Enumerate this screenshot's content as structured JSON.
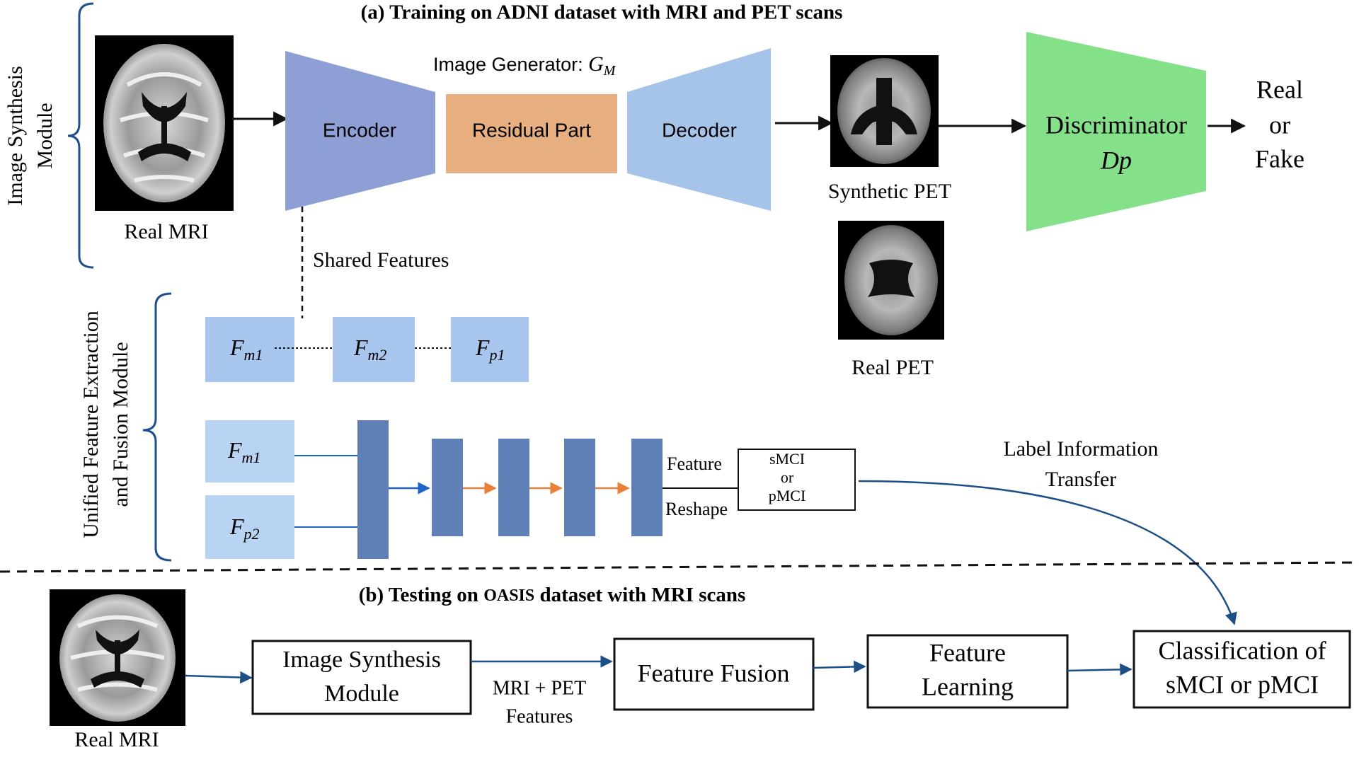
{
  "section_a": {
    "title": "(a) Training on ADNI dataset with MRI and PET scans",
    "module_label_1": "Image Synthesis",
    "module_label_2": "Module",
    "real_mri_label": "Real MRI",
    "generator_label": "Image Generator: ",
    "generator_symbol": "G",
    "generator_subscript": "M",
    "encoder": "Encoder",
    "residual": "Residual Part",
    "decoder": "Decoder",
    "synthetic_pet": "Synthetic PET",
    "real_pet": "Real PET",
    "discriminator": "Discriminator",
    "discriminator_symbol": "Dp",
    "output_1": "Real",
    "output_2": "or",
    "output_3": "Fake",
    "shared_features": "Shared Features"
  },
  "fusion": {
    "module_label_1": "Unified Feature Extraction",
    "module_label_2": "and Fusion Module",
    "features_top": [
      {
        "sym": "F",
        "sub": "m1"
      },
      {
        "sym": "F",
        "sub": "m2"
      },
      {
        "sym": "F",
        "sub": "p1"
      }
    ],
    "features_left": [
      {
        "sym": "F",
        "sub": "m1"
      },
      {
        "sym": "F",
        "sub": "p2"
      }
    ],
    "feature_text": "Feature",
    "reshape_text": "Reshape",
    "class_1": "sMCI",
    "class_2": "or",
    "class_3": "pMCI",
    "transfer_1": "Label Information",
    "transfer_2": "Transfer"
  },
  "section_b": {
    "title_prefix": "(b) Testing on ",
    "title_dataset": "OASIS",
    "title_suffix": " dataset with MRI scans",
    "real_mri_label": "Real MRI",
    "box_synthesis_1": "Image Synthesis",
    "box_synthesis_2": "Module",
    "arrow_label_1": "MRI + PET",
    "arrow_label_2": "Features",
    "box_fusion": "Feature Fusion",
    "box_learning_1": "Feature",
    "box_learning_2": "Learning",
    "box_class_1": "Classification of",
    "box_class_2": "sMCI or pMCI"
  },
  "colors": {
    "encoder": "#8e9fd6",
    "residual": "#e7ae80",
    "decoder": "#a6c3e9",
    "discriminator": "#85e08a",
    "feature_box": "#a8c6ee",
    "feature_box_light": "#b9d3f2",
    "conv_block": "#5f7fb7",
    "blue_arrow": "#1f64c8",
    "orange_arrow": "#e8803a",
    "bracket": "#1f4f8c",
    "curve": "#1c4f86"
  }
}
